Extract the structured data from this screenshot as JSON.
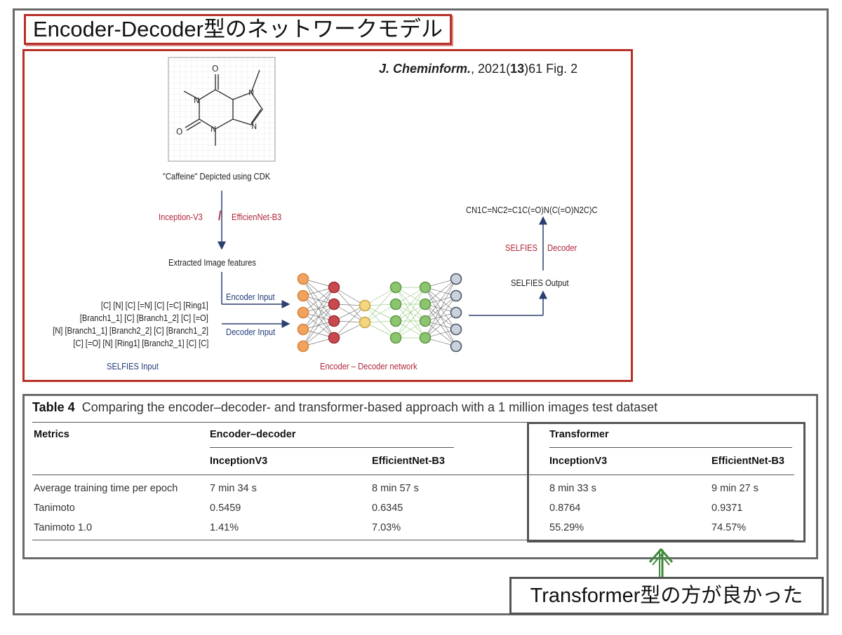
{
  "slide": {
    "title": "Encoder-Decoder型のネットワークモデル",
    "callout": "Transformer型の方が良かった"
  },
  "figure": {
    "citation": {
      "journal": "J. Cheminform.",
      "year": ", 2021(",
      "volume": "13",
      "rest": ")61 Fig. 2"
    },
    "molecule_caption": "\"Caffeine\" Depicted using CDK",
    "atoms": {
      "o_top": "O",
      "o_left": "O",
      "n1": "N",
      "n3": "N",
      "n7": "N",
      "n9": "N"
    },
    "cnn_left": "Inception-V3",
    "cnn_sep": "/",
    "cnn_right": "EfficienNet-B3",
    "extracted": "Extracted Image features",
    "encoder_input": "Encoder Input",
    "decoder_input": "Decoder Input",
    "selfies_lines": [
      "[C] [N] [C] [=N] [C] [=C] [Ring1]",
      "[Branch1_1] [C] [Branch1_2] [C] [=O]",
      "[N] [Branch1_1] [Branch2_2] [C] [Branch1_2]",
      "[C] [=O] [N] [Ring1] [Branch2_1] [C] [C]"
    ],
    "selfies_input": "SELFIES Input",
    "network_label": "Encoder – Decoder network",
    "smiles_output": "CN1C=NC2=C1C(=O)N(C(=O)N2C)C",
    "selfies_word": "SELFIES",
    "decoder_word": "Decoder",
    "selfies_output": "SELFIES Output",
    "colors": {
      "orange": "#f0a35e",
      "red": "#c94a4e",
      "yellow": "#f2d680",
      "green": "#8dc46f",
      "gray": "#c9d2dc",
      "label_red": "#b0263a",
      "label_blue": "#1f3c7a"
    }
  },
  "table": {
    "caption_bold": "Table 4",
    "caption_text": "Comparing the encoder–decoder- and transformer-based approach with a 1 million images test dataset",
    "metrics_header": "Metrics",
    "group_encoder": "Encoder–decoder",
    "group_transformer": "Transformer",
    "sub_headers": [
      "InceptionV3",
      "EfficientNet-B3",
      "InceptionV3",
      "EfficientNet-B3"
    ],
    "rows": [
      {
        "metric": "Average training time per epoch",
        "values": [
          "7 min 34 s",
          "8 min 57 s",
          "8 min 33 s",
          "9 min 27 s"
        ]
      },
      {
        "metric": "Tanimoto",
        "values": [
          "0.5459",
          "0.6345",
          "0.8764",
          "0.9371"
        ]
      },
      {
        "metric": "Tanimoto 1.0",
        "values": [
          "1.41%",
          "7.03%",
          "55.29%",
          "74.57%"
        ]
      }
    ]
  }
}
